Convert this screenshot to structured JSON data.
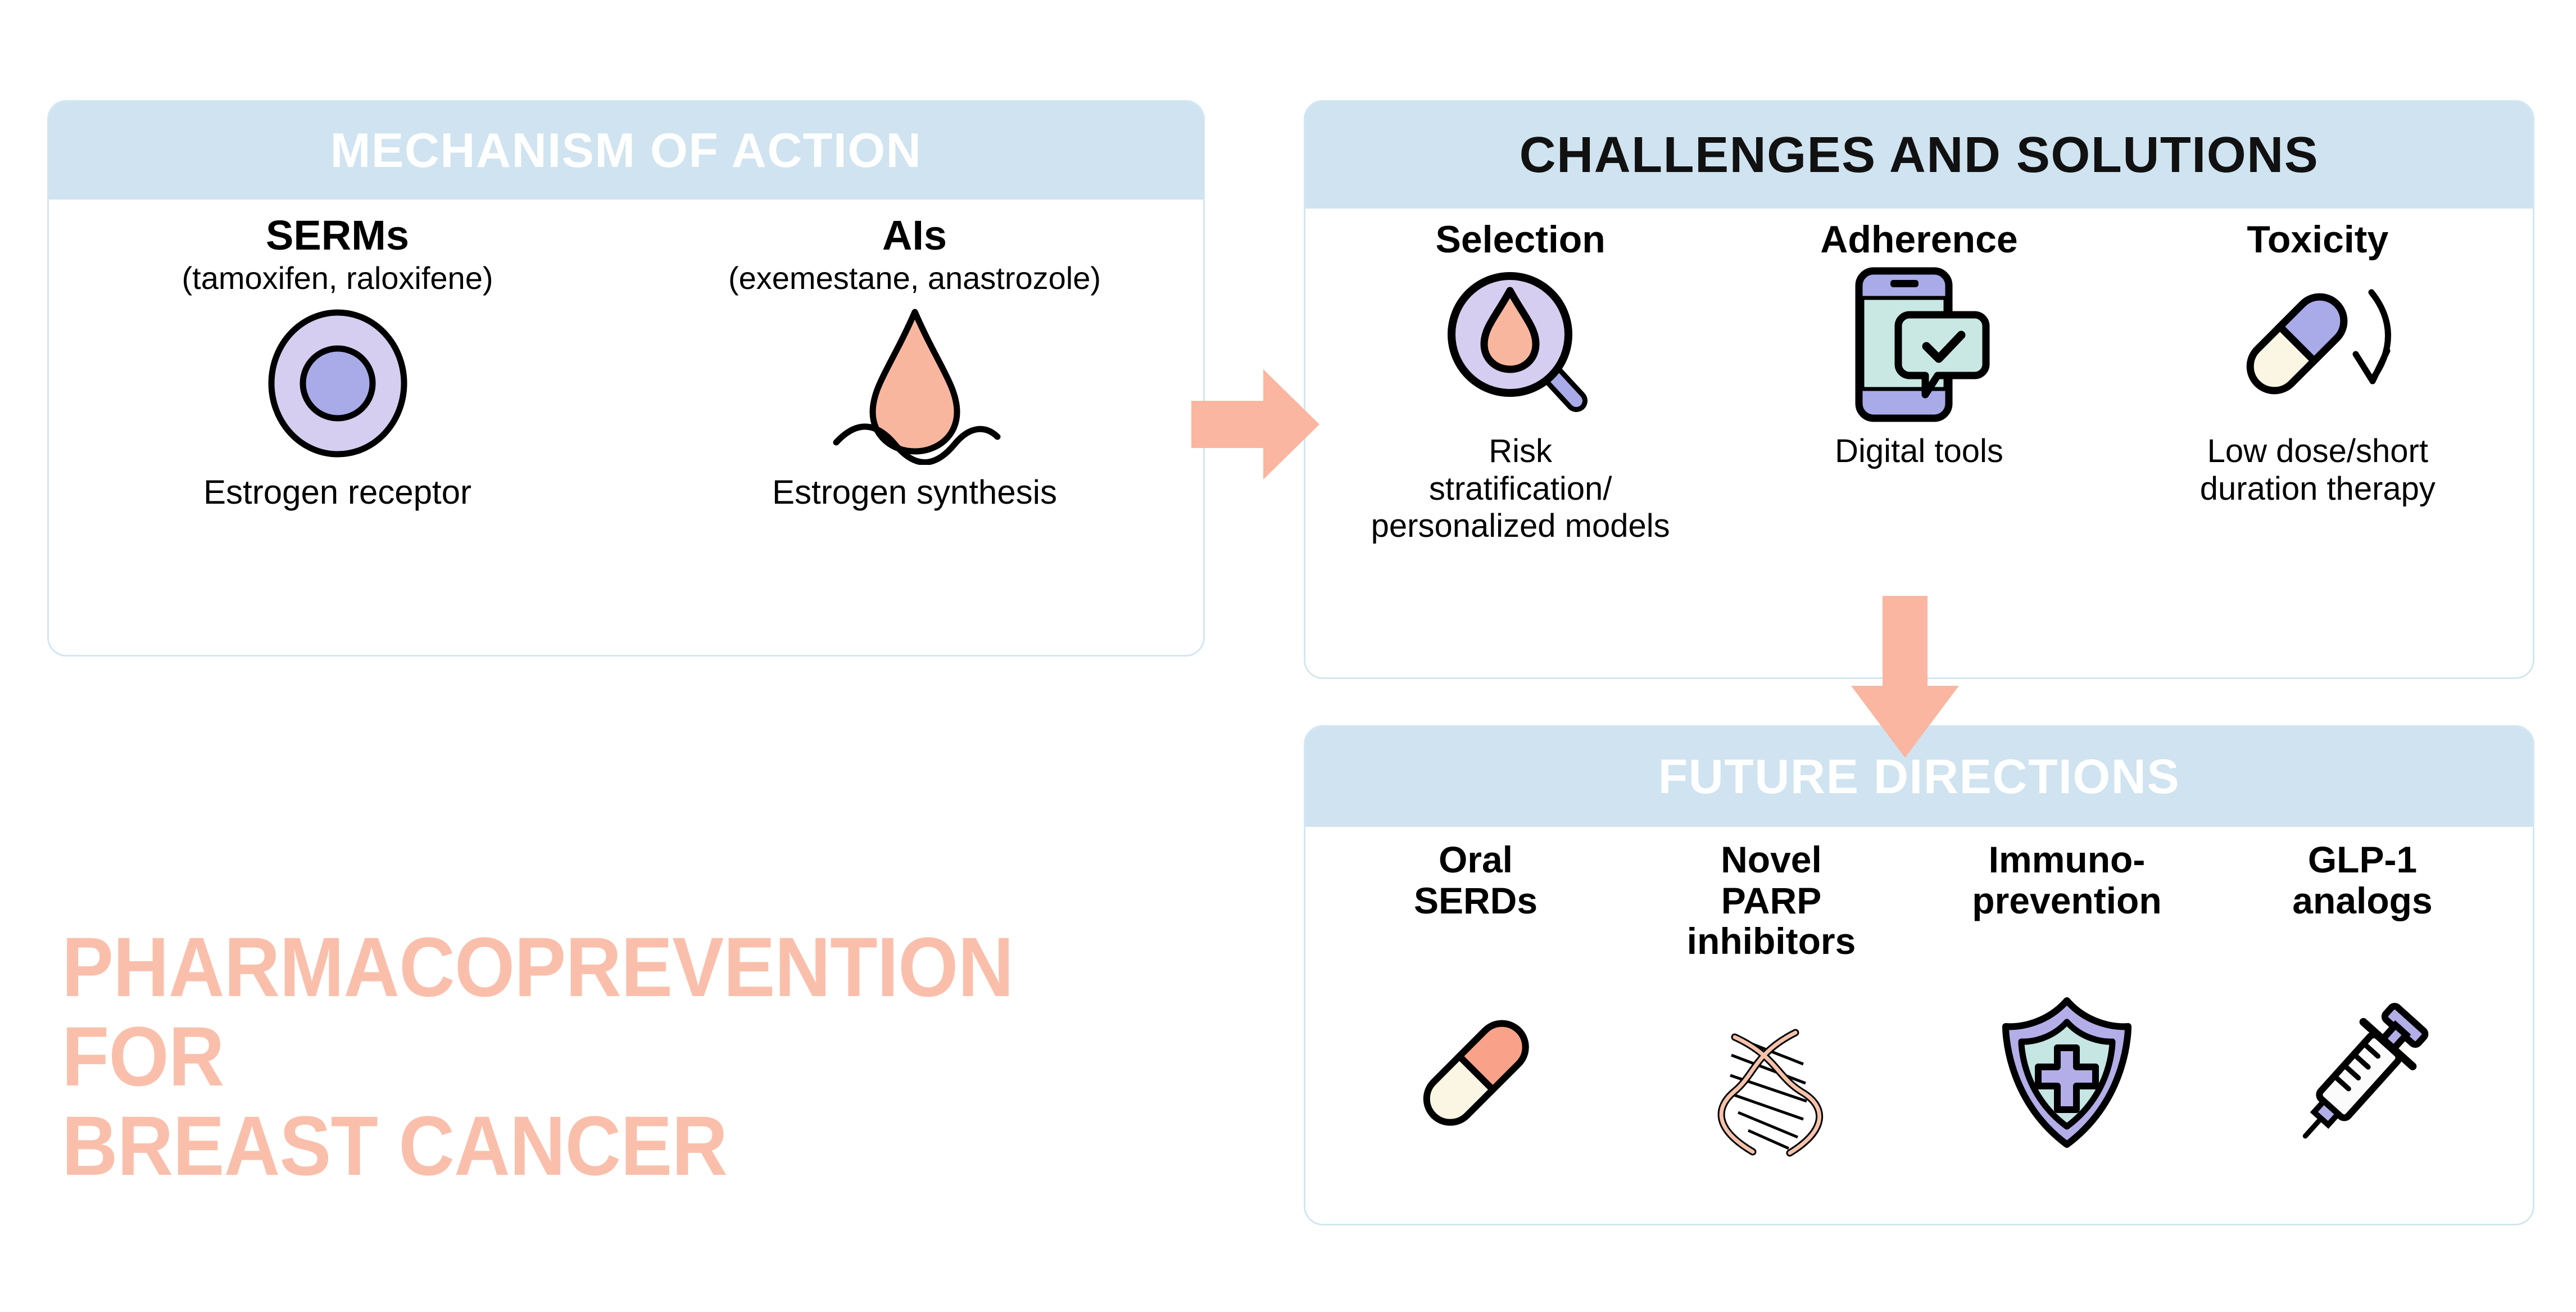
{
  "palette": {
    "header_band": "#cfe3f0",
    "card_border": "#d3e6f2",
    "title_peach": "#fabfab",
    "arrow_peach": "#fab6a0",
    "lavender": "#cdc6f0",
    "periwinkle": "#a9a8e8",
    "salmon": "#f9b19c",
    "mint": "#c5e6e3",
    "cream": "#fbf6e4"
  },
  "main_title": "PHARMACOPREVENTION\nFOR\nBREAST CANCER",
  "mechanism": {
    "header": "MECHANISM OF ACTION",
    "columns": [
      {
        "title": "SERMs",
        "subtitle": "(tamoxifen, raloxifene)",
        "icon": "cell-receptor-icon",
        "caption": "Estrogen receptor"
      },
      {
        "title": "AIs",
        "subtitle": "(exemestane, anastrozole)",
        "icon": "droplet-wave-icon",
        "caption": "Estrogen synthesis"
      }
    ]
  },
  "challenges": {
    "header": "CHALLENGES AND SOLUTIONS",
    "columns": [
      {
        "title": "Selection",
        "icon": "magnifier-droplet-icon",
        "caption": "Risk\nstratification/\npersonalized models"
      },
      {
        "title": "Adherence",
        "icon": "smartphone-check-icon",
        "caption": "Digital tools"
      },
      {
        "title": "Toxicity",
        "icon": "capsule-down-arrow-icon",
        "caption": "Low dose/short\nduration therapy"
      }
    ]
  },
  "future": {
    "header": "FUTURE DIRECTIONS",
    "columns": [
      {
        "title": "Oral\nSERDs",
        "icon": "capsule-pill-icon"
      },
      {
        "title": "Novel\nPARP\ninhibitors",
        "icon": "dna-helix-icon"
      },
      {
        "title": "Immuno-\nprevention",
        "icon": "shield-cross-icon"
      },
      {
        "title": "GLP-1\nanalogs",
        "icon": "syringe-icon"
      }
    ]
  },
  "arrows": {
    "right": "arrow-right-icon",
    "down": "arrow-down-icon"
  }
}
